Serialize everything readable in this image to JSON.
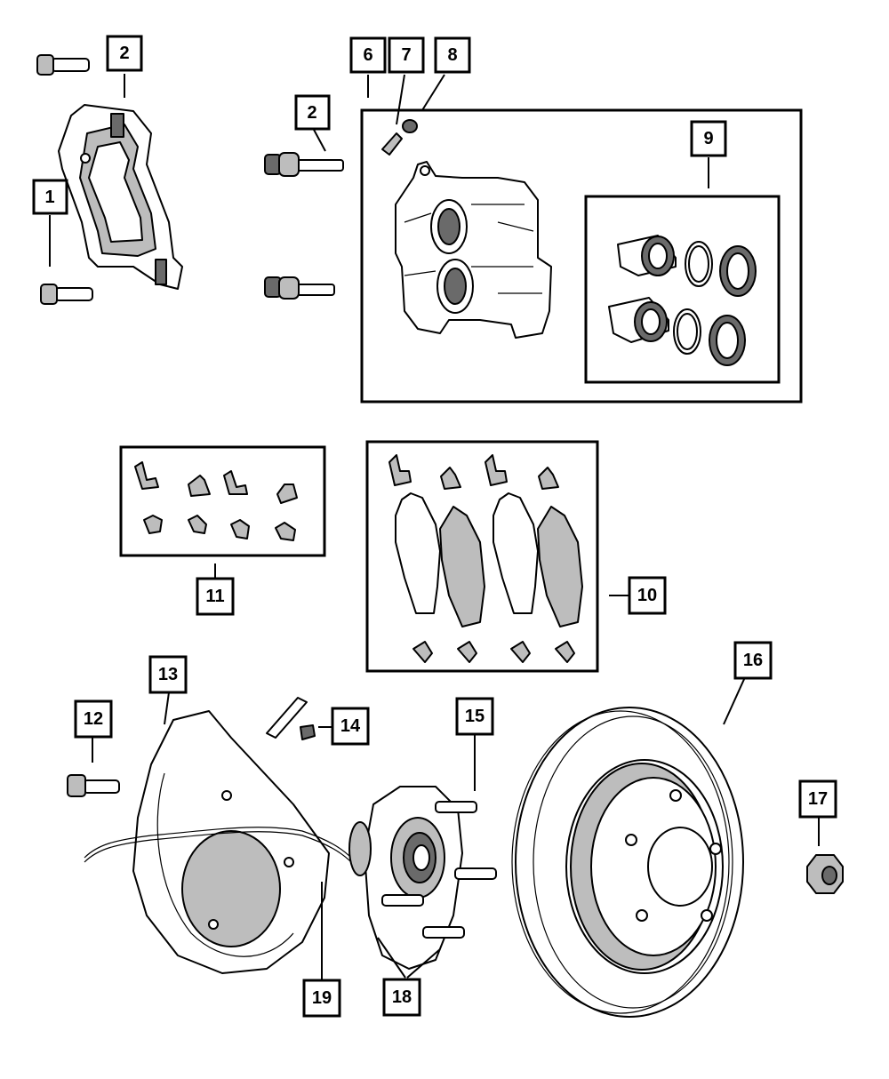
{
  "diagram": {
    "callouts": [
      {
        "id": "c1",
        "label": "1"
      },
      {
        "id": "c2a",
        "label": "2"
      },
      {
        "id": "c2b",
        "label": "2"
      },
      {
        "id": "c6",
        "label": "6"
      },
      {
        "id": "c7",
        "label": "7"
      },
      {
        "id": "c8",
        "label": "8"
      },
      {
        "id": "c9",
        "label": "9"
      },
      {
        "id": "c10",
        "label": "10"
      },
      {
        "id": "c11",
        "label": "11"
      },
      {
        "id": "c12",
        "label": "12"
      },
      {
        "id": "c13",
        "label": "13"
      },
      {
        "id": "c14",
        "label": "14"
      },
      {
        "id": "c15",
        "label": "15"
      },
      {
        "id": "c16",
        "label": "16"
      },
      {
        "id": "c17",
        "label": "17"
      },
      {
        "id": "c18",
        "label": "18"
      },
      {
        "id": "c19",
        "label": "19"
      }
    ],
    "colors": {
      "line": "#000000",
      "fill": "#ffffff",
      "shade": "#bdbdbd",
      "dark": "#6a6a6a"
    }
  }
}
